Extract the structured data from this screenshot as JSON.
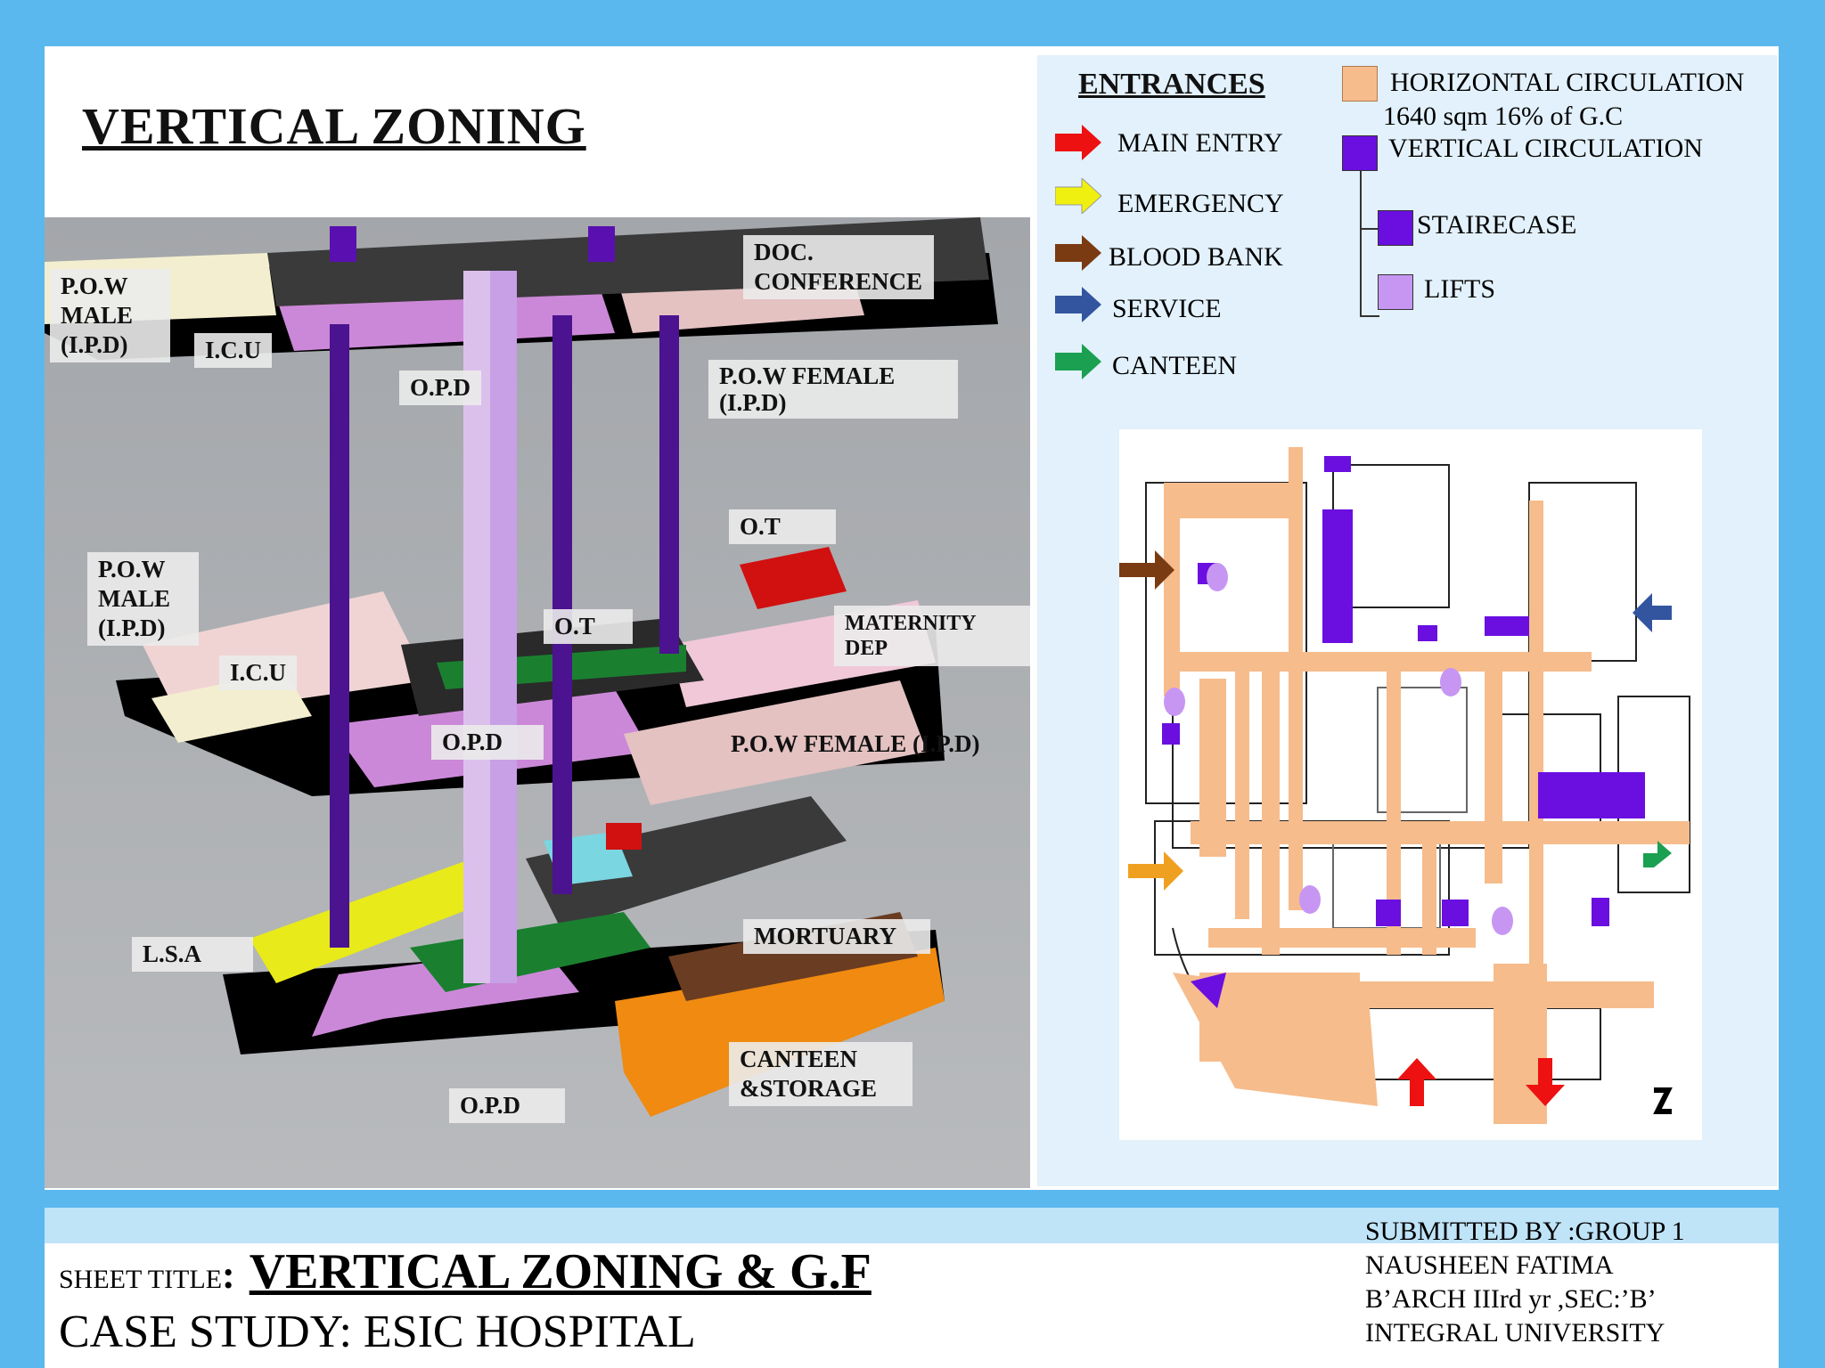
{
  "page": {
    "title": "VERTICAL ZONING"
  },
  "model_labels": {
    "pow_male_top": "P.O.W\nMALE\n(I.P.D)",
    "icu_top": "I.C.U",
    "opd_top": "O.P.D",
    "doc_conference": "DOC.\nCONFERENCE",
    "pow_female_top": "P.O.W FEMALE\n(I.P.D)",
    "ot_upper": "O.T",
    "pow_male_mid": "P.O.W\nMALE\n(I.P.D)",
    "ot_mid": "O.T",
    "maternity": "MATERNITY\nDEP",
    "icu_mid": "I.C.U",
    "opd_mid": "O.P.D",
    "pow_female_mid": "P.O.W FEMALE  (I.P.D)",
    "lsa": "L.S.A",
    "mortuary": "MORTUARY",
    "canteen_storage": "CANTEEN\n&STORAGE",
    "opd_bottom": "O.P.D"
  },
  "legend": {
    "entrances_title": "ENTRANCES",
    "entrances": [
      {
        "label": "MAIN ENTRY",
        "color": "#ee1111"
      },
      {
        "label": "EMERGENCY",
        "color": "#f0f010"
      },
      {
        "label": "BLOOD BANK",
        "color": "#7a3a12"
      },
      {
        "label": "SERVICE",
        "color": "#3355a0"
      },
      {
        "label": "CANTEEN",
        "color": "#1aa050"
      }
    ],
    "horizontal_circulation": "HORIZONTAL CIRCULATION",
    "horizontal_note": "1640 sqm 16% of G.C",
    "vertical_circulation": "VERTICAL CIRCULATION",
    "staircase": "STAIRECASE",
    "lifts": "LIFTS",
    "colors": {
      "horizontal": "#f6bc8c",
      "vertical": "#6a0fe0",
      "staircase": "#6a0fe0",
      "lifts": "#c796f2"
    }
  },
  "footer": {
    "sheet_title_prefix": "SHEET TITLE",
    "sheet_title_colon": ":",
    "sheet_title": "VERTICAL ZONING & G.F",
    "case_study": "CASE STUDY: ESIC HOSPITAL",
    "submitted_by": "SUBMITTED BY :GROUP 1",
    "name": "NAUSHEEN FATIMA",
    "class": "B’ARCH IIIrd yr ,SEC:’B’",
    "university": "INTEGRAL UNIVERSITY"
  }
}
